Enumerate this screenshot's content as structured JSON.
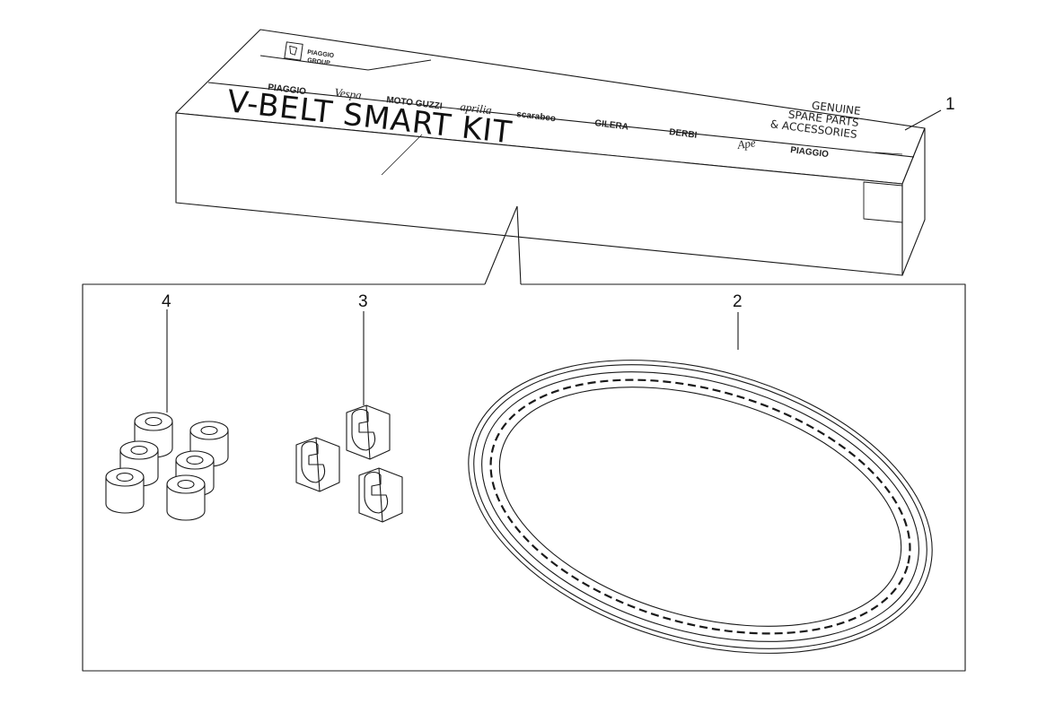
{
  "box": {
    "title": "V-BELT SMART KIT",
    "genuine_lines": [
      "GENUINE",
      "SPARE PARTS",
      "& ACCESSORIES"
    ],
    "group_logo_lines": [
      "PIAGGIO",
      "GROUP"
    ],
    "brands": [
      "PIAGGIO",
      "Vespa",
      "MOTO GUZZI",
      "aprilia",
      "scarabeo",
      "GILERA",
      "DERBI",
      "Ape",
      "PIAGGIO"
    ]
  },
  "callouts": {
    "box": "1",
    "belt": "2",
    "sliders": "3",
    "rollers": "4"
  },
  "colors": {
    "line": "#1a1a1a",
    "fill": "#ffffff"
  }
}
